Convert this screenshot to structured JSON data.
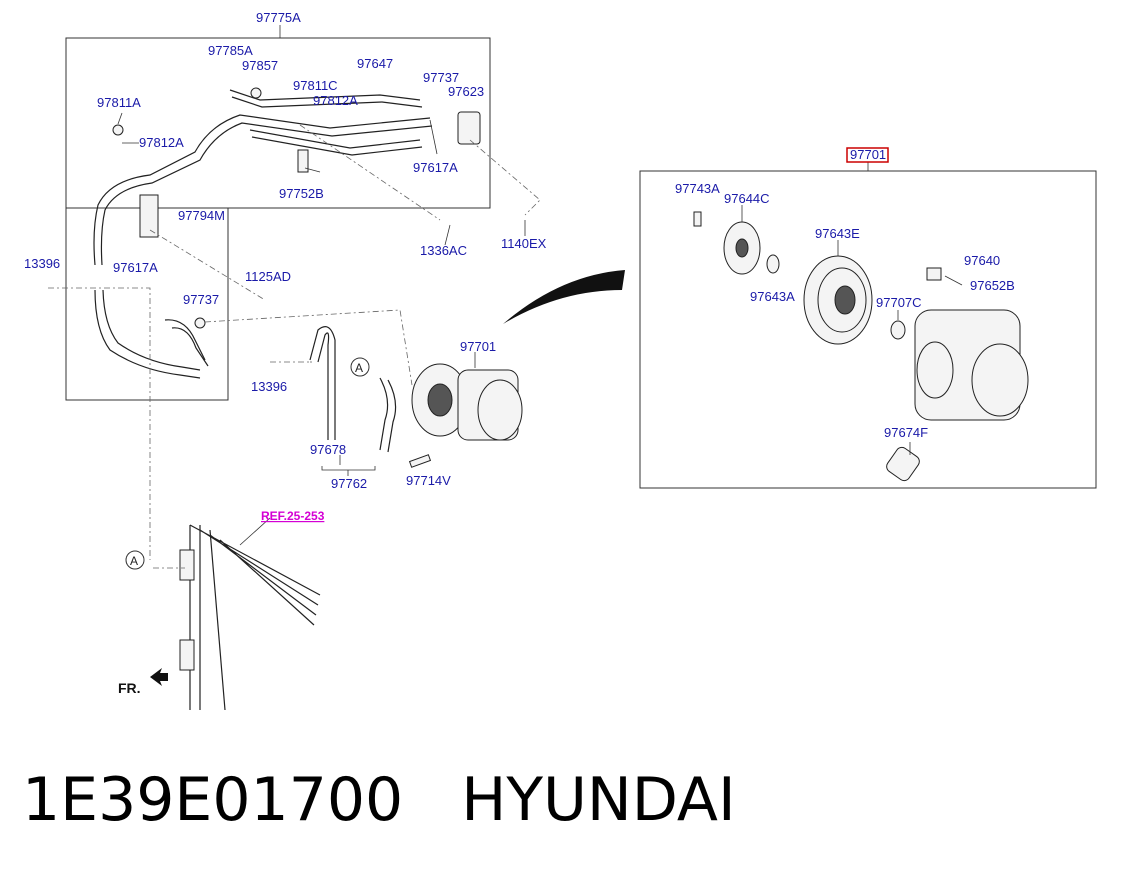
{
  "labels": {
    "l97775A": "97775A",
    "l97785A": "97785A",
    "l97857": "97857",
    "l97647": "97647",
    "l97811C": "97811C",
    "l97812A_top": "97812A",
    "l97737_top": "97737",
    "l97623": "97623",
    "l97811A": "97811A",
    "l97812A_left": "97812A",
    "l97617A_right": "97617A",
    "l97752B": "97752B",
    "l97794M": "97794M",
    "l1336AC": "1336AC",
    "l1140EX": "1140EX",
    "l13396_left": "13396",
    "l97617A_left": "97617A",
    "l1125AD": "1125AD",
    "l97737_mid": "97737",
    "l97701_mid": "97701",
    "l13396_mid": "13396",
    "l97678": "97678",
    "l97762": "97762",
    "l97714V": "97714V",
    "l97701_box": "97701",
    "l97743A": "97743A",
    "l97644C": "97644C",
    "l97643E": "97643E",
    "l97640": "97640",
    "l97652B": "97652B",
    "l97643A": "97643A",
    "l97707C": "97707C",
    "l97674F": "97674F",
    "ref": "REF.25-253",
    "markerA1": "A",
    "markerA2": "A",
    "fr": "FR."
  },
  "caption": {
    "part_number": "1E39E01700",
    "brand": "HYUNDAI"
  },
  "colors": {
    "label": "#1a1aa8",
    "ref": "#d400d4",
    "highlight": "#cc0000"
  }
}
